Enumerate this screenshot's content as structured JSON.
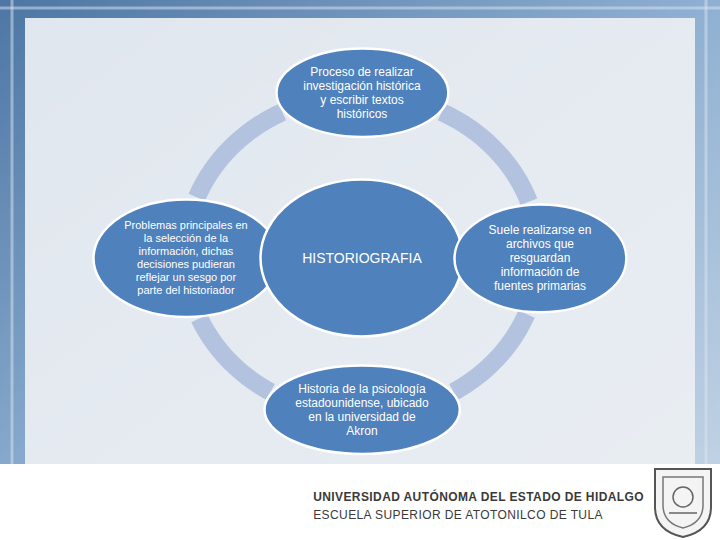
{
  "diagram": {
    "nodes": [
      {
        "text": [
          "Proceso de realizar investigación histórica y escribir textos históricos"
        ]
      },
      {
        "text": [
          "Problemas principales en la selección de la información, dichas decisiones pudieran reflejar un sesgo por parte del historiador"
        ]
      },
      {
        "text": [
          "HISTORIOGRAFIA"
        ]
      },
      {
        "text": [
          "Suele realizarse en archivos que resguardan información de fuentes primarias"
        ]
      },
      {
        "text": [
          "Historia de la psicología estadounidense, ubicado en la universidad de Akron"
        ]
      }
    ],
    "edges": [
      {
        "from": 0,
        "to": 3,
        "arrow": "none"
      },
      {
        "from": 3,
        "to": 4,
        "arrow": "none"
      },
      {
        "from": 4,
        "to": 1,
        "arrow": "none"
      },
      {
        "from": 1,
        "to": 0,
        "arrow": "none"
      }
    ],
    "labels": [
      "UNIVERSIDAD AUTÓNOMA DEL ESTADO DE HIDALGO",
      "ESCUELA SUPERIOR DE ATOTONILCO DE TULA"
    ]
  }
}
